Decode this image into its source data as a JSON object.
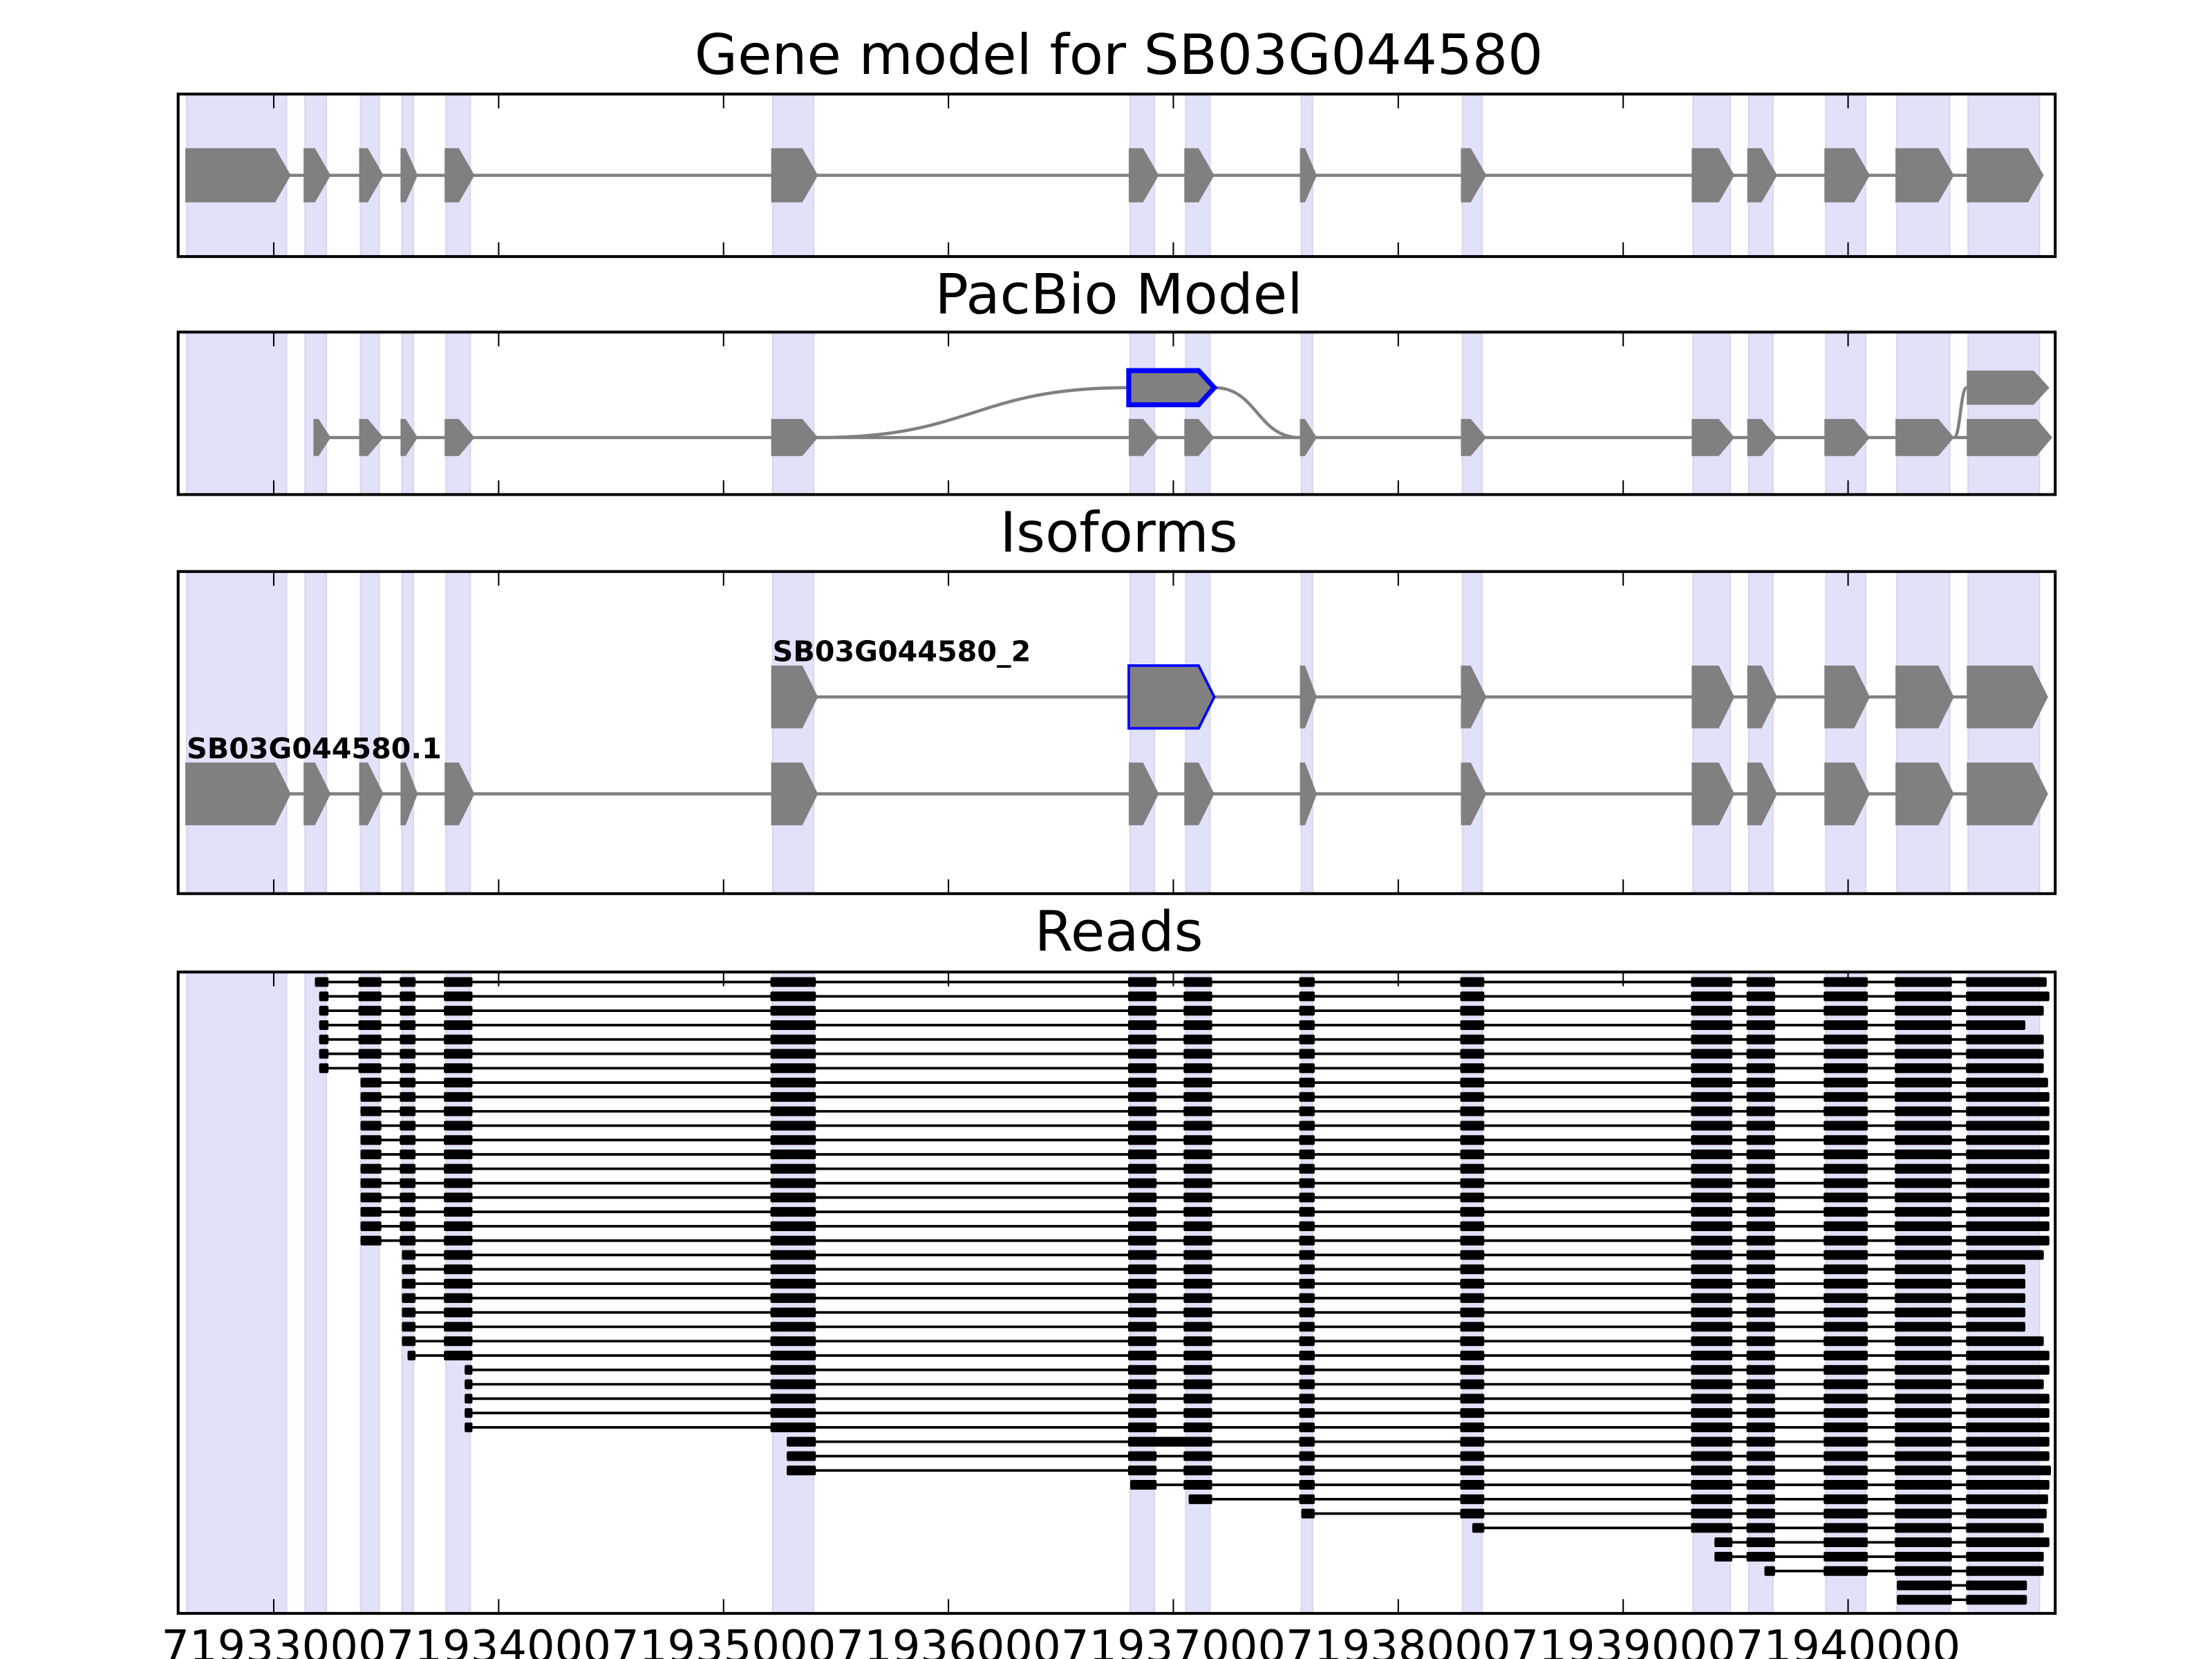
{
  "chart_data": {
    "type": "bar",
    "xlim": [
      71932575,
      71940921
    ],
    "xticks": [
      "71933000",
      "71934000",
      "71935000",
      "71936000",
      "71937000",
      "71938000",
      "71939000",
      "71940000"
    ],
    "xtick_values": [
      71933000,
      71934000,
      71935000,
      71936000,
      71937000,
      71938000,
      71939000,
      71940000
    ],
    "colors": {
      "shade": "#e1e1fa",
      "shade_edge": "#d6d6ee",
      "exon": "#808080",
      "highlight": "#0000ff",
      "read": "#000000"
    },
    "exons": [
      [
        71932613,
        71933057
      ],
      [
        71933139,
        71933234
      ],
      [
        71933386,
        71933469
      ],
      [
        71933570,
        71933621
      ],
      [
        71933766,
        71933874
      ],
      [
        71935218,
        71935401
      ],
      [
        71936808,
        71936916
      ],
      [
        71937055,
        71937163
      ],
      [
        71937569,
        71937619
      ],
      [
        71938285,
        71938373
      ],
      [
        71939311,
        71939476
      ],
      [
        71939558,
        71939666
      ],
      [
        71939901,
        71940078
      ],
      [
        71940217,
        71940452
      ],
      [
        71940534,
        71940851
      ]
    ],
    "panels": {
      "gene_model": {
        "title": "Gene model for SB03G044580",
        "exons": [
          [
            71932613,
            71933057
          ],
          [
            71933139,
            71933234
          ],
          [
            71933386,
            71933469
          ],
          [
            71933570,
            71933621
          ],
          [
            71933766,
            71933874
          ],
          [
            71935218,
            71935401
          ],
          [
            71936808,
            71936916
          ],
          [
            71937055,
            71937163
          ],
          [
            71937569,
            71937619
          ],
          [
            71938285,
            71938373
          ],
          [
            71939311,
            71939476
          ],
          [
            71939558,
            71939666
          ],
          [
            71939901,
            71940078
          ],
          [
            71940217,
            71940452
          ],
          [
            71940534,
            71940851
          ]
        ]
      },
      "pacbio": {
        "title": "PacBio Model",
        "main": [
          [
            71933183,
            71933234
          ],
          [
            71933386,
            71933469
          ],
          [
            71933570,
            71933621
          ],
          [
            71933766,
            71933874
          ],
          [
            71935218,
            71935401
          ],
          [
            71936808,
            71936916
          ],
          [
            71937055,
            71937163
          ],
          [
            71937569,
            71937619
          ],
          [
            71938285,
            71938373
          ],
          [
            71939311,
            71939476
          ],
          [
            71939558,
            71939666
          ],
          [
            71939901,
            71940078
          ],
          [
            71940217,
            71940452
          ],
          [
            71940534,
            71940889
          ]
        ],
        "alt": [
          {
            "start": 71936808,
            "end": 71937163,
            "highlight": true,
            "from": 71935401,
            "to": 71937569
          },
          {
            "start": 71940534,
            "end": 71940876,
            "highlight": false,
            "from": 71940452
          }
        ]
      },
      "isoforms": {
        "title": "Isoforms",
        "transcripts": [
          {
            "name": "SB03G044580_2",
            "row": 0,
            "highlight_index": 1,
            "exons": [
              [
                71935218,
                71935401
              ],
              [
                71936808,
                71937163
              ],
              [
                71937569,
                71937619
              ],
              [
                71938285,
                71938373
              ],
              [
                71939311,
                71939476
              ],
              [
                71939558,
                71939666
              ],
              [
                71939901,
                71940078
              ],
              [
                71940217,
                71940452
              ],
              [
                71940534,
                71940870
              ]
            ]
          },
          {
            "name": "SB03G044580.1",
            "row": 1,
            "highlight_index": -1,
            "exons": [
              [
                71932613,
                71933057
              ],
              [
                71933139,
                71933234
              ],
              [
                71933386,
                71933469
              ],
              [
                71933570,
                71933621
              ],
              [
                71933766,
                71933874
              ],
              [
                71935218,
                71935401
              ],
              [
                71936808,
                71936916
              ],
              [
                71937055,
                71937163
              ],
              [
                71937569,
                71937619
              ],
              [
                71938285,
                71938373
              ],
              [
                71939311,
                71939476
              ],
              [
                71939558,
                71939666
              ],
              [
                71939901,
                71940078
              ],
              [
                71940217,
                71940452
              ],
              [
                71940534,
                71940870
              ]
            ]
          }
        ]
      },
      "reads": {
        "title": "Reads",
        "reads": [
          {
            "start": 71933183,
            "end": 71940883
          },
          {
            "start": 71933202,
            "end": 71940895
          },
          {
            "start": 71933202,
            "end": 71940870
          },
          {
            "start": 71933202,
            "end": 71940788
          },
          {
            "start": 71933202,
            "end": 71940870
          },
          {
            "start": 71933202,
            "end": 71940870
          },
          {
            "start": 71933202,
            "end": 71940870
          },
          {
            "start": 71933386,
            "end": 71940889
          },
          {
            "start": 71933386,
            "end": 71940895
          },
          {
            "start": 71933386,
            "end": 71940895
          },
          {
            "start": 71933386,
            "end": 71940895
          },
          {
            "start": 71933386,
            "end": 71940895
          },
          {
            "start": 71933386,
            "end": 71940895
          },
          {
            "start": 71933386,
            "end": 71940895
          },
          {
            "start": 71933386,
            "end": 71940895
          },
          {
            "start": 71933386,
            "end": 71940895
          },
          {
            "start": 71933386,
            "end": 71940895
          },
          {
            "start": 71933386,
            "end": 71940895
          },
          {
            "start": 71933386,
            "end": 71940895
          },
          {
            "start": 71933570,
            "end": 71940870
          },
          {
            "start": 71933570,
            "end": 71940788
          },
          {
            "start": 71933570,
            "end": 71940788
          },
          {
            "start": 71933570,
            "end": 71940788
          },
          {
            "start": 71933570,
            "end": 71940788
          },
          {
            "start": 71933570,
            "end": 71940788
          },
          {
            "start": 71933570,
            "end": 71940870
          },
          {
            "start": 71933595,
            "end": 71940895
          },
          {
            "start": 71933849,
            "end": 71940895
          },
          {
            "start": 71933849,
            "end": 71940870
          },
          {
            "start": 71933849,
            "end": 71940895
          },
          {
            "start": 71933849,
            "end": 71940895
          },
          {
            "start": 71933849,
            "end": 71940895
          },
          {
            "start": 71935281,
            "end": 71940895,
            "retained_intron_after_exon": 7
          },
          {
            "start": 71935281,
            "end": 71940895
          },
          {
            "start": 71935281,
            "end": 71940902
          },
          {
            "start": 71936808,
            "end": 71940895
          },
          {
            "start": 71937068,
            "end": 71940889
          },
          {
            "start": 71937569,
            "end": 71940883
          },
          {
            "start": 71938329,
            "end": 71940870
          },
          {
            "start": 71939406,
            "end": 71940895
          },
          {
            "start": 71939406,
            "end": 71940870
          },
          {
            "start": 71939628,
            "end": 71940870
          },
          {
            "start": 71940217,
            "end": 71940795
          },
          {
            "start": 71940217,
            "end": 71940795
          }
        ]
      }
    }
  }
}
